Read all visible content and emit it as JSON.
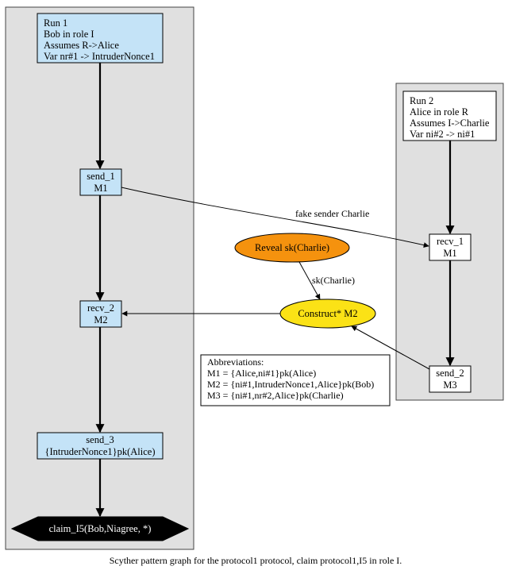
{
  "run1": {
    "header": [
      "Run 1",
      "Bob in role I",
      "Assumes R->Alice",
      "Var nr#1 -> IntruderNonce1"
    ],
    "send1": [
      "send_1",
      "M1"
    ],
    "recv2": [
      "recv_2",
      "M2"
    ],
    "send3": [
      "send_3",
      "{IntruderNonce1}pk(Alice)"
    ],
    "claim": "claim_I5(Bob,Niagree, *)"
  },
  "run2": {
    "header": [
      "Run 2",
      "Alice in role R",
      "Assumes I->Charlie",
      "Var ni#2 -> ni#1"
    ],
    "recv1": [
      "recv_1",
      "M1"
    ],
    "send2": [
      "send_2",
      "M3"
    ]
  },
  "intruder": {
    "reveal": "Reveal sk(Charlie)",
    "construct": "Construct* M2",
    "edge_fake_sender": "fake sender Charlie",
    "edge_sk": "sk(Charlie)"
  },
  "abbreviations": {
    "title": "Abbreviations:",
    "lines": [
      "M1 = {Alice,ni#1}pk(Alice)",
      "M2 = {ni#1,IntruderNonce1,Alice}pk(Bob)",
      "M3 = {ni#1,nr#2,Alice}pk(Charlie)"
    ]
  },
  "caption": "Scyther pattern graph for the protocol1 protocol, claim protocol1,I5 in role I.",
  "colors": {
    "lane": "#e0e0e0",
    "run1_node": "#c4e3f7",
    "reveal_fill": "#f5920e",
    "construct_fill": "#fbe216",
    "claim_fill": "#000000"
  }
}
